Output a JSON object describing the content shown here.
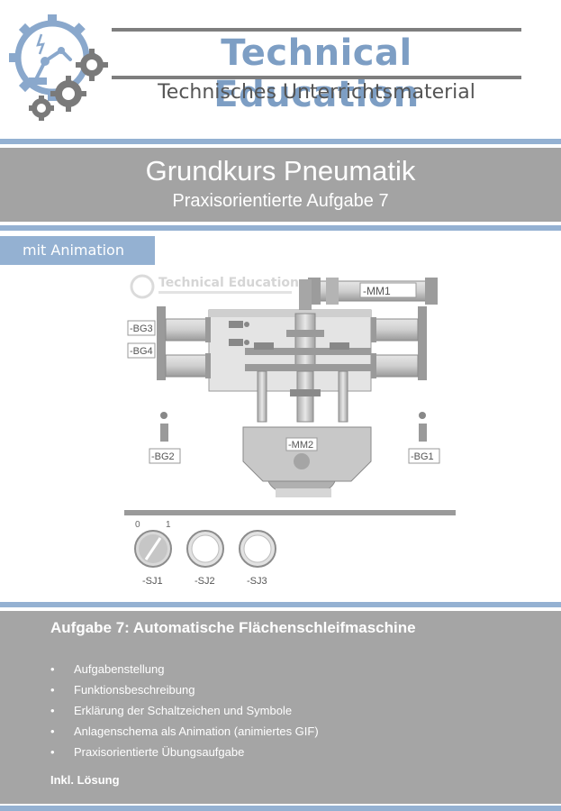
{
  "header": {
    "brand_title": "Technical Education",
    "brand_subtitle": "Technisches Unterrichtsmaterial",
    "logo_icon": "gear-robot-arm-logo"
  },
  "course": {
    "title": "Grundkurs Pneumatik",
    "subtitle": "Praxisorientierte Aufgabe 7"
  },
  "badge": {
    "label": "mit Animation"
  },
  "schematic": {
    "watermark_title": "Technical Education",
    "labels": {
      "mm1": "-MM1",
      "bg3": "-BG3",
      "bg4": "-BG4",
      "mm2": "-MM2",
      "bg2": "-BG2",
      "bg1": "-BG1"
    },
    "switch_positions": {
      "off": "0",
      "on": "1"
    },
    "switches": [
      "-SJ1",
      "-SJ2",
      "-SJ3"
    ]
  },
  "task": {
    "title": "Aufgabe 7: Automatische Flächenschleifmaschine",
    "items": [
      "Aufgabenstellung",
      "Funktionsbeschreibung",
      "Erklärung der Schaltzeichen und Symbole",
      "Anlagenschema als Animation (animiertes GIF)",
      "Praxisorientierte Übungsaufgabe"
    ],
    "bullet": "•",
    "solution_note": "Inkl. Lösung"
  },
  "colors": {
    "accent_blue": "#94b1d2",
    "brand_blue": "#7d9ec4",
    "band_gray": "#a3a3a3",
    "text_dark": "#555555"
  }
}
